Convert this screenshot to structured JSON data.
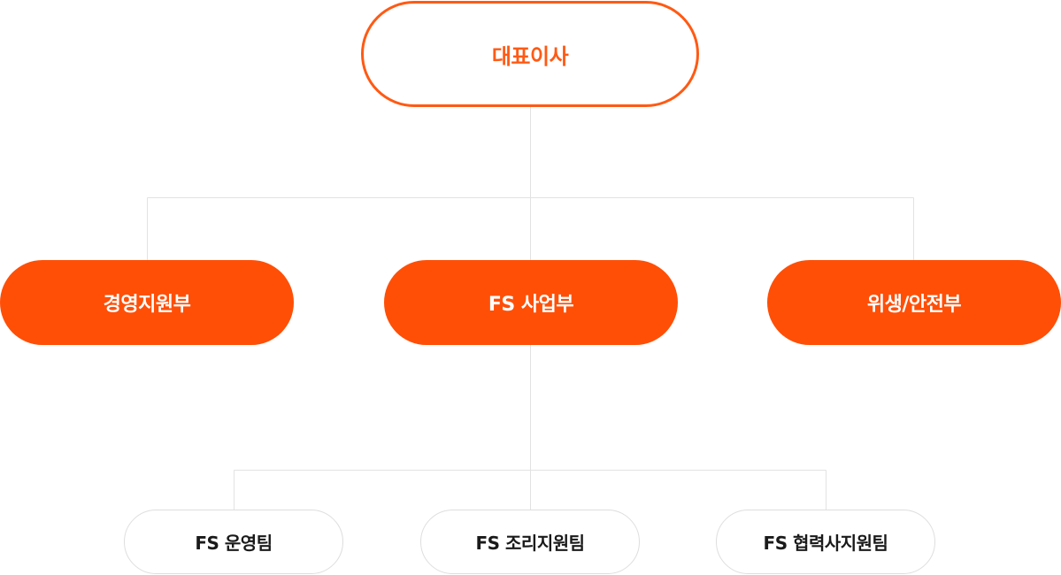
{
  "colors": {
    "accent": "#ff4f07",
    "accent_outline": "#ff5a14",
    "connector": "#e2e2e2",
    "team_border": "#dedede",
    "team_text": "#1a1a1a"
  },
  "org": {
    "root": {
      "label": "대표이사"
    },
    "departments": [
      {
        "label": "경영지원부"
      },
      {
        "label": "FS 사업부"
      },
      {
        "label": "위생/안전부"
      }
    ],
    "teams": [
      {
        "label": "FS 운영팀"
      },
      {
        "label": "FS 조리지원팀"
      },
      {
        "label": "FS 협력사지원팀"
      }
    ]
  }
}
